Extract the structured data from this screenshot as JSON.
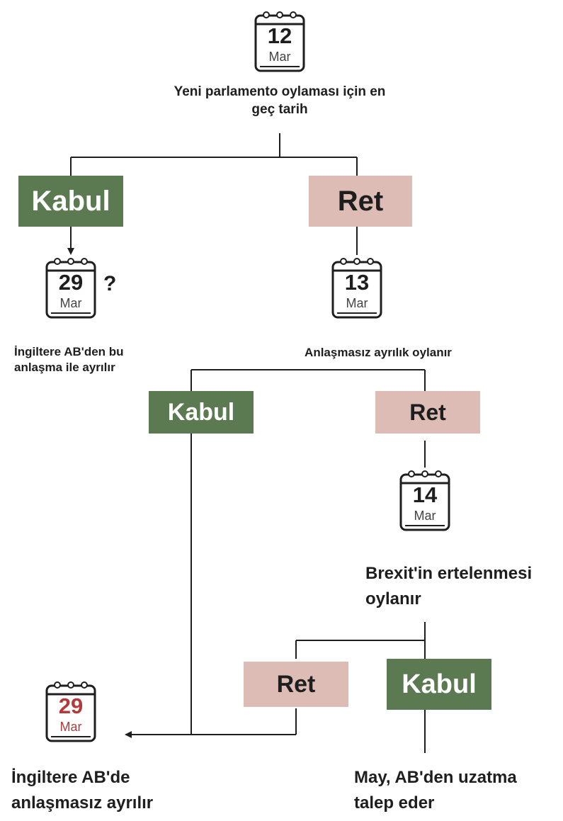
{
  "calendars": {
    "c1": {
      "day": "12",
      "month": "Mar"
    },
    "c2": {
      "day": "29",
      "month": "Mar",
      "suffix": "?"
    },
    "c3": {
      "day": "13",
      "month": "Mar"
    },
    "c4": {
      "day": "14",
      "month": "Mar"
    },
    "c5": {
      "day": "29",
      "month": "Mar"
    }
  },
  "labels": {
    "top_vote": "Yeni parlamento oylaması için en geç tarih",
    "leave_with_deal": "İngiltere AB'den bu anlaşma ile ayrılır",
    "no_deal_vote": "Anlaşmasız ayrılık oylanır",
    "delay_vote": "Brexit'in ertelenmesi oylanır",
    "leave_no_deal": "İngiltere AB'de anlaşmasız ayrılır",
    "extension_request": "May, AB'den uzatma talep eder"
  },
  "boxes": {
    "kabul_1": "Kabul",
    "ret_1": "Ret",
    "kabul_2": "Kabul",
    "ret_2": "Ret",
    "ret_3": "Ret",
    "kabul_3": "Kabul"
  },
  "colors": {
    "kabul": "#5c7a52",
    "ret": "#dcbcb5",
    "highlight_date": "#b23a3a"
  }
}
